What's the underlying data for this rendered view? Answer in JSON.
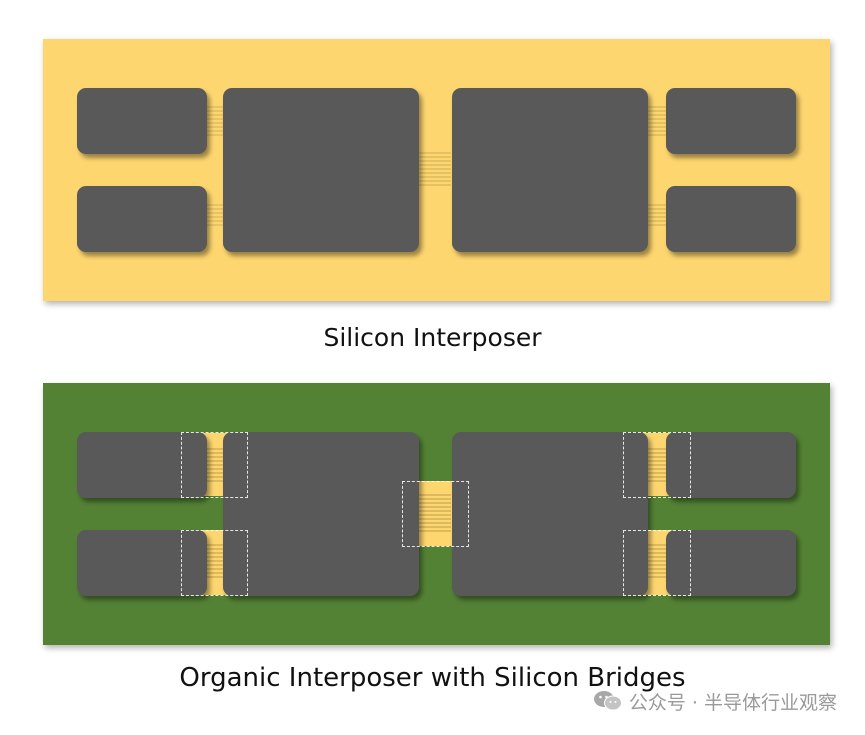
{
  "diagram": {
    "silicon_interposer": {
      "caption": "Silicon Interposer",
      "substrate_color": "#FED66F"
    },
    "organic_interposer": {
      "caption": "Organic Interposer with Silicon Bridges",
      "substrate_color": "#548235",
      "bridge_color": "#FED66F"
    },
    "die_color": "#595959"
  },
  "watermark": {
    "icon": "wechat-icon",
    "text": "公众号 · 半导体行业观察"
  }
}
